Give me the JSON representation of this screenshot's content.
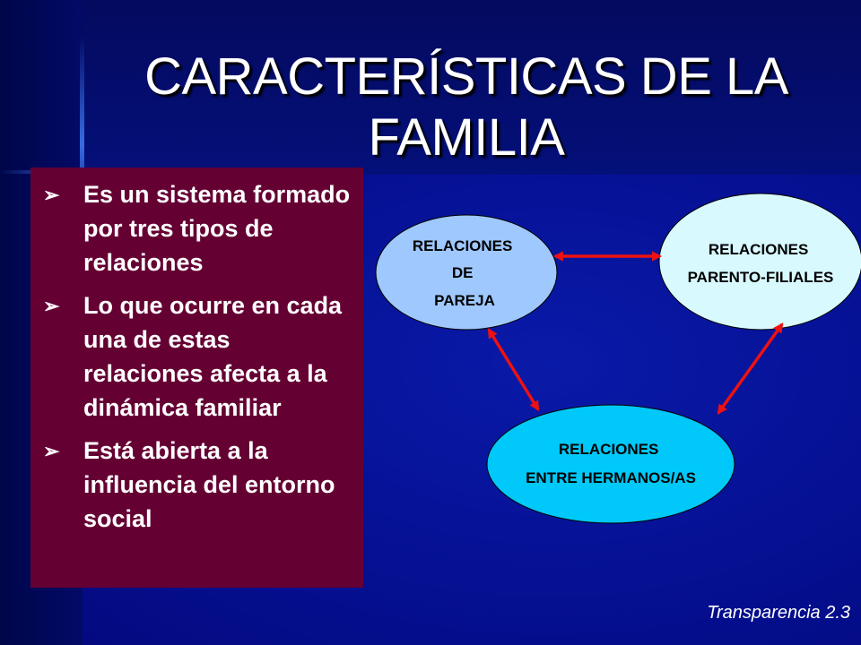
{
  "title_lines": [
    "CARACTERÍSTICAS DE LA",
    "FAMILIA"
  ],
  "bullets": [
    "Es un sistema formado por tres tipos de relaciones",
    "Lo que ocurre en cada una de estas relaciones afecta a la dinámica familiar",
    "Está abierta a la influencia del entorno social"
  ],
  "bullet_icon": "arrowhead-bullet-icon",
  "nodes": {
    "pareja": {
      "lines": [
        "RELACIONES",
        "DE",
        "PAREJA"
      ],
      "color": "#9fc8ff"
    },
    "parento": {
      "lines": [
        "RELACIONES",
        "PARENTO-FILIALES"
      ],
      "color": "#d8faff"
    },
    "hermanos": {
      "lines": [
        "RELACIONES",
        "ENTRE HERMANOS/AS"
      ],
      "color": "#00c8f8"
    }
  },
  "arrow_color": "#ee1111",
  "panel_color": "#650033",
  "footer": "Transparencia 2.3"
}
